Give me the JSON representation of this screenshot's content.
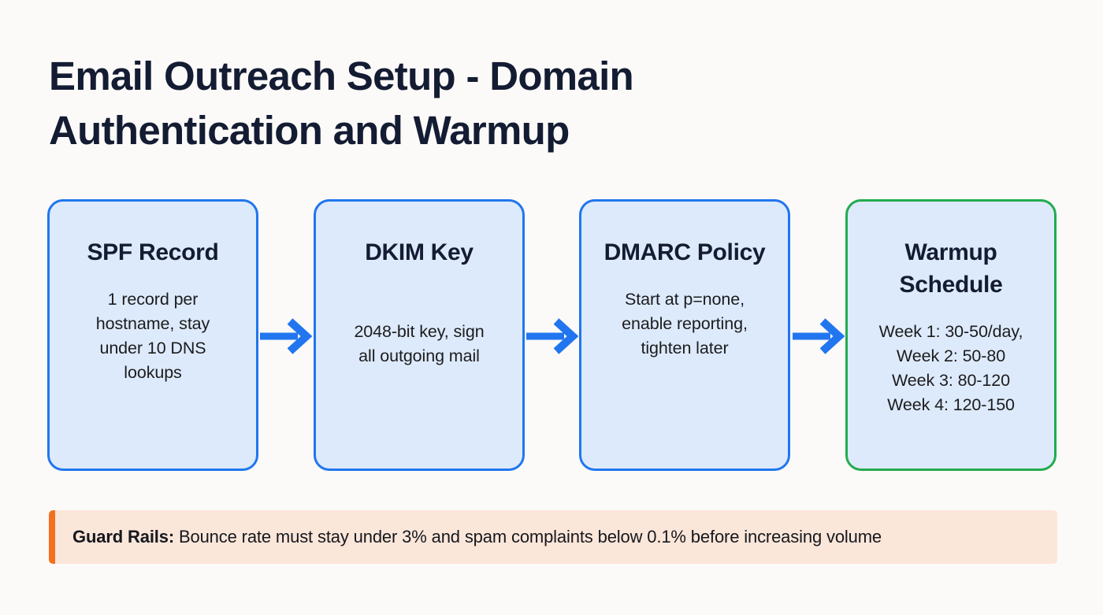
{
  "page": {
    "background_color": "#fbfaf8",
    "title_lines": [
      "Email Outreach Setup - Domain",
      "Authentication and Warmup"
    ],
    "title_color": "#141c33"
  },
  "colors": {
    "node_fill": "#ddeafb",
    "node_border_blue": "#2176ef",
    "node_border_green": "#23ab4f",
    "arrow_blue": "#2176ef",
    "callout_fill": "#fbe6da",
    "callout_accent": "#f4701f",
    "heading_navy": "#141c33",
    "body_text": "#1c1c1e"
  },
  "flow": {
    "nodes": [
      {
        "id": "spf-record",
        "title_lines": [
          "SPF",
          "Record"
        ],
        "body_lines": [
          "1 record per",
          "hostname, stay",
          "under 10 DNS",
          "lookups"
        ],
        "border_color": "#2176ef"
      },
      {
        "id": "dkim-key",
        "title_lines": [
          "DKIM Key"
        ],
        "body_lines": [
          "2048-bit key, sign",
          "all outgoing mail"
        ],
        "border_color": "#2176ef"
      },
      {
        "id": "dmarc-policy",
        "title_lines": [
          "DMARC",
          "Policy"
        ],
        "body_lines": [
          "Start at p=none,",
          "enable reporting,",
          "tighten later"
        ],
        "border_color": "#2176ef"
      },
      {
        "id": "warmup-schedule",
        "title_lines": [
          "Warmup",
          "Schedule"
        ],
        "body_lines": [
          "Week 1: 30-50/day,",
          "Week 2: 50-80",
          "Week 3: 80-120",
          "Week 4: 120-150"
        ],
        "border_color": "#23ab4f"
      }
    ],
    "connectors": [
      {
        "id": "arrow-spf-to-dkim",
        "icon": "arrow-right-icon"
      },
      {
        "id": "arrow-dkim-to-dmarc",
        "icon": "arrow-right-icon"
      },
      {
        "id": "arrow-dmarc-to-warmup",
        "icon": "arrow-right-icon"
      }
    ]
  },
  "callout": {
    "label": "Guard Rails:",
    "text": " Bounce rate must stay under 3% and spam complaints below 0.1% before increasing volume"
  }
}
